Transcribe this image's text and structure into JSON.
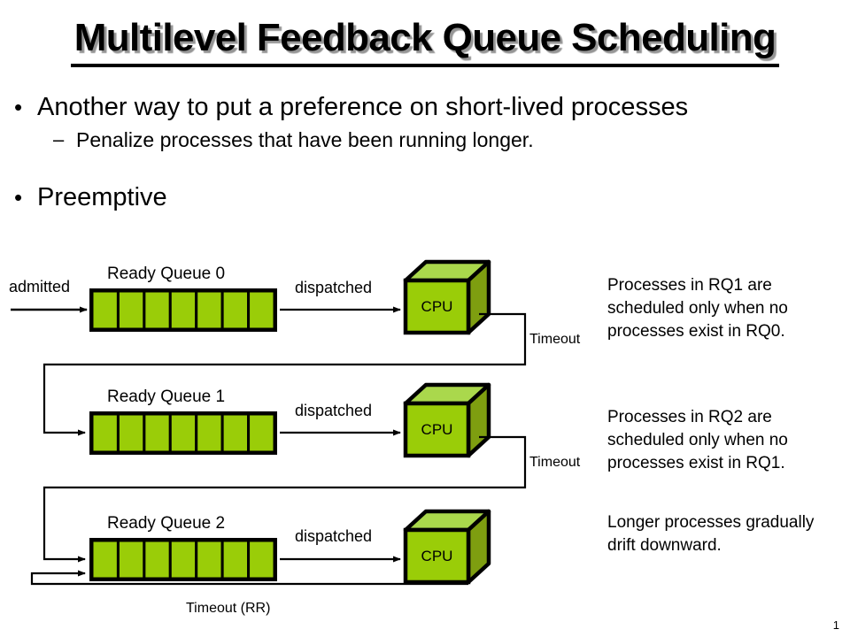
{
  "slide": {
    "title": "Multilevel Feedback Queue Scheduling",
    "page_number": "1"
  },
  "bullets": [
    {
      "level": 1,
      "marker": "•",
      "text": "Another way to put a preference on short-lived processes"
    },
    {
      "level": 2,
      "marker": "–",
      "text": "Penalize processes that have been running longer."
    },
    {
      "level": 1,
      "marker": "•",
      "text": "Preemptive"
    }
  ],
  "diagram": {
    "admitted_label": "admitted",
    "timeout_rr_label": "Timeout (RR)",
    "cell_count": 7,
    "colors": {
      "cell_green": "#9ACD08",
      "cube_front": "#9ACD08",
      "cube_top": "#AAD84C",
      "cube_side": "#7E9E10",
      "outline": "#000000"
    },
    "queues": [
      {
        "label": "Ready  Queue 0",
        "dispatched_label": "dispatched",
        "cpu_label": "CPU",
        "timeout_label": "Timeout"
      },
      {
        "label": "Ready  Queue 1",
        "dispatched_label": "dispatched",
        "cpu_label": "CPU",
        "timeout_label": "Timeout"
      },
      {
        "label": "Ready  Queue 2",
        "dispatched_label": "dispatched",
        "cpu_label": "CPU",
        "timeout_label": ""
      }
    ]
  },
  "notes": [
    "Processes in RQ1 are scheduled only when no processes exist in RQ0.",
    "Processes in RQ2 are scheduled only when no processes exist in RQ1.",
    "Longer processes gradually drift downward."
  ]
}
